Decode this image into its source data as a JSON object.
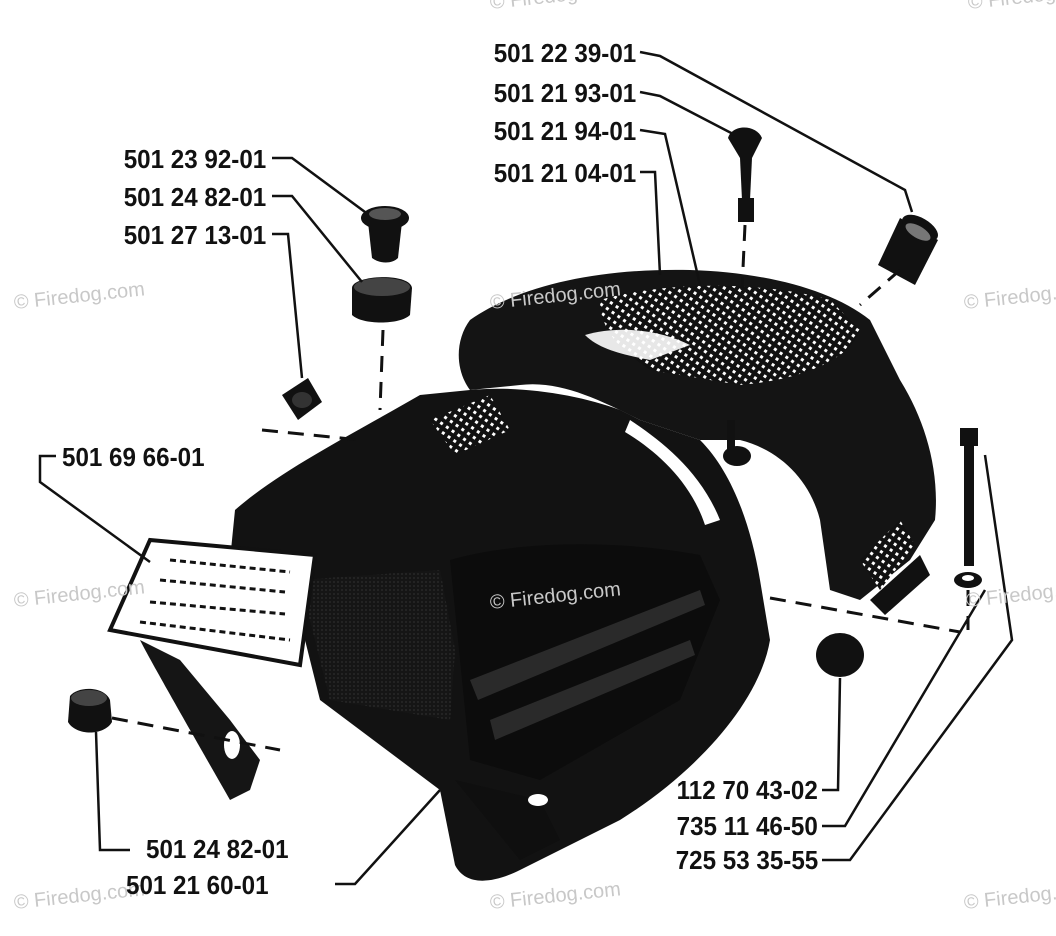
{
  "watermark_text": "© Firedog.com",
  "part_numbers": {
    "fuel_cap_assembly": "501 22 39-01",
    "knob": "501 21 93-01",
    "top_grille": "501 21 94-01",
    "cover_top": "501 21 04-01",
    "plug_cap": "501 23 92-01",
    "grommet_top": "501 24 82-01",
    "bushing": "501 27 13-01",
    "decal": "501 69 66-01",
    "grommet_bottom": "501 24 82-01",
    "cylinder_cover": "501 21 60-01",
    "rubber_buffer": "112 70 43-02",
    "washer": "735 11 46-50",
    "screw": "725 53 35-55"
  },
  "colors": {
    "ink": "#111111",
    "paper": "#ffffff",
    "watermark": "#c8c8c8"
  }
}
